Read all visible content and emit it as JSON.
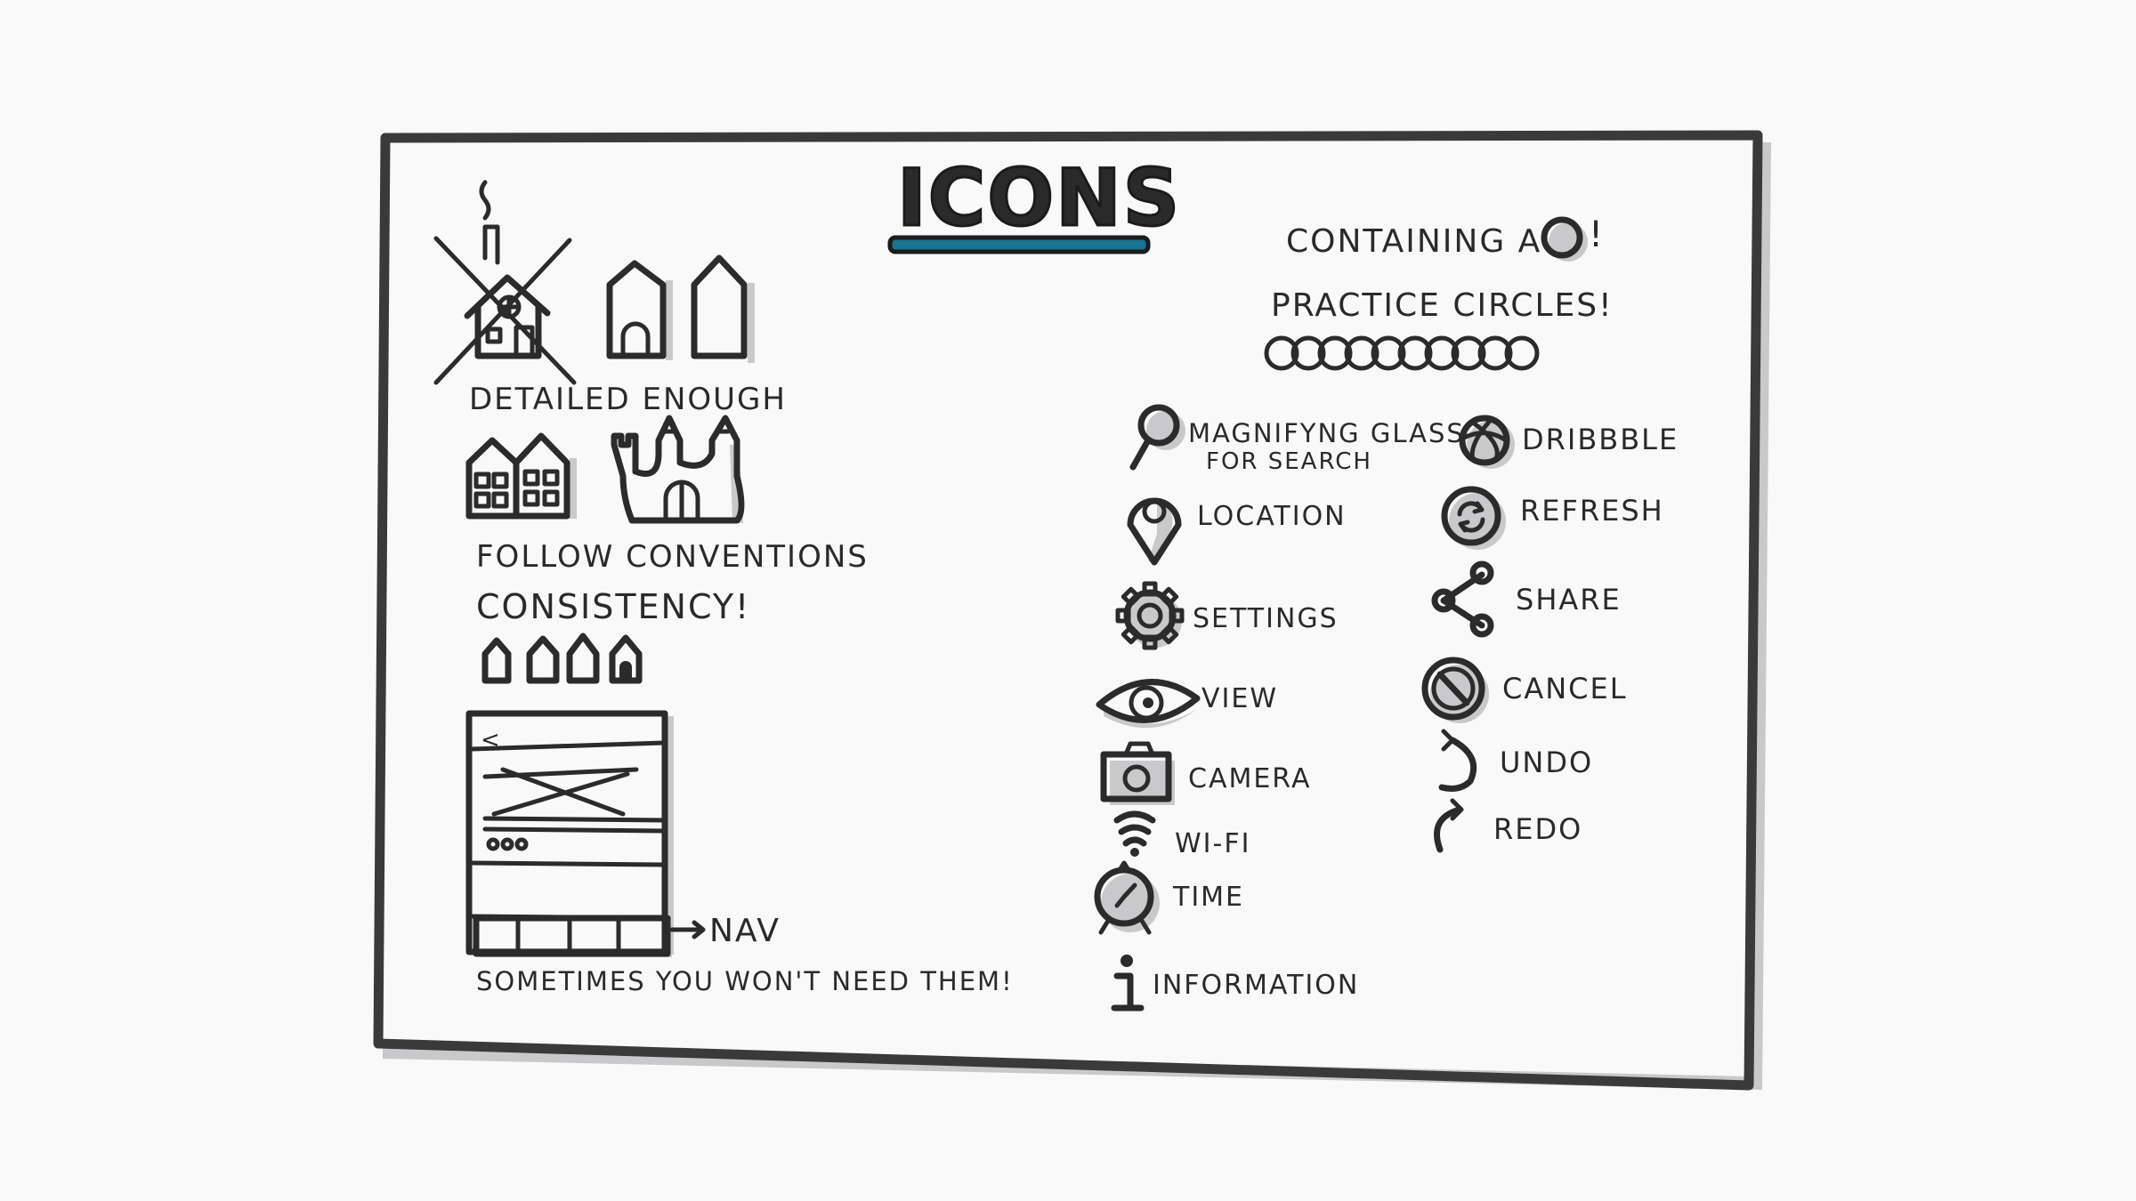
{
  "title": "ICONS",
  "colors": {
    "title": "#1a7391",
    "ink": "#2b2b2b",
    "shadow": "#c9c9cc",
    "paper": "#f9f9f9"
  },
  "left": {
    "detailed_enough": "DETAILED ENOUGH",
    "follow_conventions": "FOLLOW CONVENTIONS",
    "consistency": "CONSISTENCY!",
    "nav_label": "NAV",
    "back_glyph": "<",
    "sometimes": "SOMETIMES YOU WON'T NEED THEM!"
  },
  "right": {
    "containing": "CONTAINING A",
    "containing_end": "!",
    "practice": "PRACTICE CIRCLES!",
    "icons_left": [
      {
        "label": "MAGNIFYNG GLASS",
        "label2": "FOR SEARCH",
        "icon": "magnifying-glass-icon"
      },
      {
        "label": "LOCATION",
        "icon": "location-pin-icon"
      },
      {
        "label": "SETTINGS",
        "icon": "gear-icon"
      },
      {
        "label": "VIEW",
        "icon": "eye-icon"
      },
      {
        "label": "CAMERA",
        "icon": "camera-icon"
      },
      {
        "label": "WI-FI",
        "icon": "wifi-icon"
      },
      {
        "label": "TIME",
        "icon": "clock-icon"
      },
      {
        "label": "INFORMATION",
        "icon": "info-icon"
      }
    ],
    "icons_right": [
      {
        "label": "DRIBBBLE",
        "icon": "dribbble-icon"
      },
      {
        "label": "REFRESH",
        "icon": "refresh-icon"
      },
      {
        "label": "SHARE",
        "icon": "share-icon"
      },
      {
        "label": "CANCEL",
        "icon": "cancel-icon"
      },
      {
        "label": "UNDO",
        "icon": "undo-icon"
      },
      {
        "label": "REDO",
        "icon": "redo-icon"
      }
    ]
  }
}
